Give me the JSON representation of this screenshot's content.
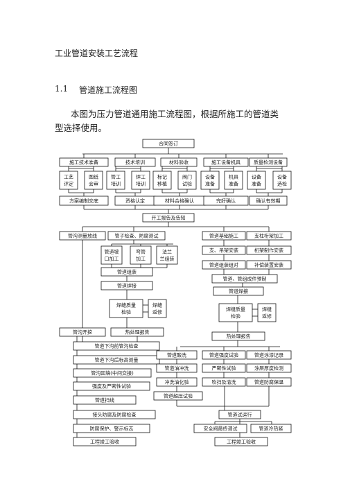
{
  "document": {
    "title": "工业管道安装工艺流程",
    "section_number": "1.1",
    "section_title": "管道施工流程图",
    "paragraph_line1": "本图为压力管道通用施工流程图，根据所施工的管道类",
    "paragraph_line2": "型选择使用。"
  },
  "flowchart": {
    "top": "合同签订",
    "prep": [
      "施工技术准备",
      "技术培训",
      "材料验收",
      "施工设备机具",
      "质量检测设备"
    ],
    "sub": [
      [
        "工艺",
        "评定"
      ],
      [
        "图纸",
        "会审"
      ],
      [
        "管工",
        "培训"
      ],
      [
        "焊工",
        "培训"
      ],
      [
        "标记",
        "移植"
      ],
      [
        "阀门",
        "试验"
      ],
      [
        "设备",
        "准备"
      ],
      [
        "机具",
        "准备"
      ],
      [
        "设备",
        "准备"
      ],
      [
        "设备",
        "选检"
      ]
    ],
    "confirm": [
      "方案编制交底",
      "资格认定",
      "材料合格确认",
      "完好确认",
      "确认有效期"
    ],
    "start": "开工报告及告知",
    "left": {
      "trench": "管沟测量放线",
      "pipe_check": "管子检查、防腐测试",
      "proc": [
        [
          "管道坡",
          "口加工"
        ],
        [
          "弯管",
          "加工"
        ],
        [
          "法兰",
          "兰组装"
        ]
      ],
      "assembly": "管道组装",
      "weld": "管道焊接",
      "inspect": [
        "焊缝质量",
        "检验"
      ],
      "repair": [
        "焊缝",
        "返修"
      ],
      "excavate": "管沟开挖",
      "heat": "热处理报告",
      "lower": [
        "管道下沟前管沟检查",
        "管道下沟后标高测量",
        "管沟回填(中间交接)",
        "强度及严密性试验",
        "管道扫线",
        "接头防腐及防腐检查",
        "防腐保护、警示标志",
        "工程竣工验收"
      ]
    },
    "right": {
      "foundation": "管道基础施工",
      "support_fab": "支柱桁架加工",
      "hanger": "支、吊架安装",
      "truss": "桁架制作安装",
      "align": "管道组装组对",
      "comp": "补偿装置安装",
      "group": "管道、管组成件预制",
      "weld": "管道焊接",
      "inspect": [
        "焊缝质量",
        "检验"
      ],
      "repair": [
        "焊缝",
        "返修"
      ],
      "heat": "热处理报告",
      "tests": [
        "管道酸洗",
        "管道强度试验",
        "管道涂漆记录",
        "管道油冲洗",
        "严密性试验",
        "涂层厚度检测",
        "冲洗油化验",
        "吹扫及清洗",
        "管道防腐保温",
        "管道超压试验"
      ],
      "trial": "管道试运行",
      "safety": "安全阀最终调试",
      "cold": "管道冷热紧",
      "final": "工程竣工验收"
    }
  }
}
